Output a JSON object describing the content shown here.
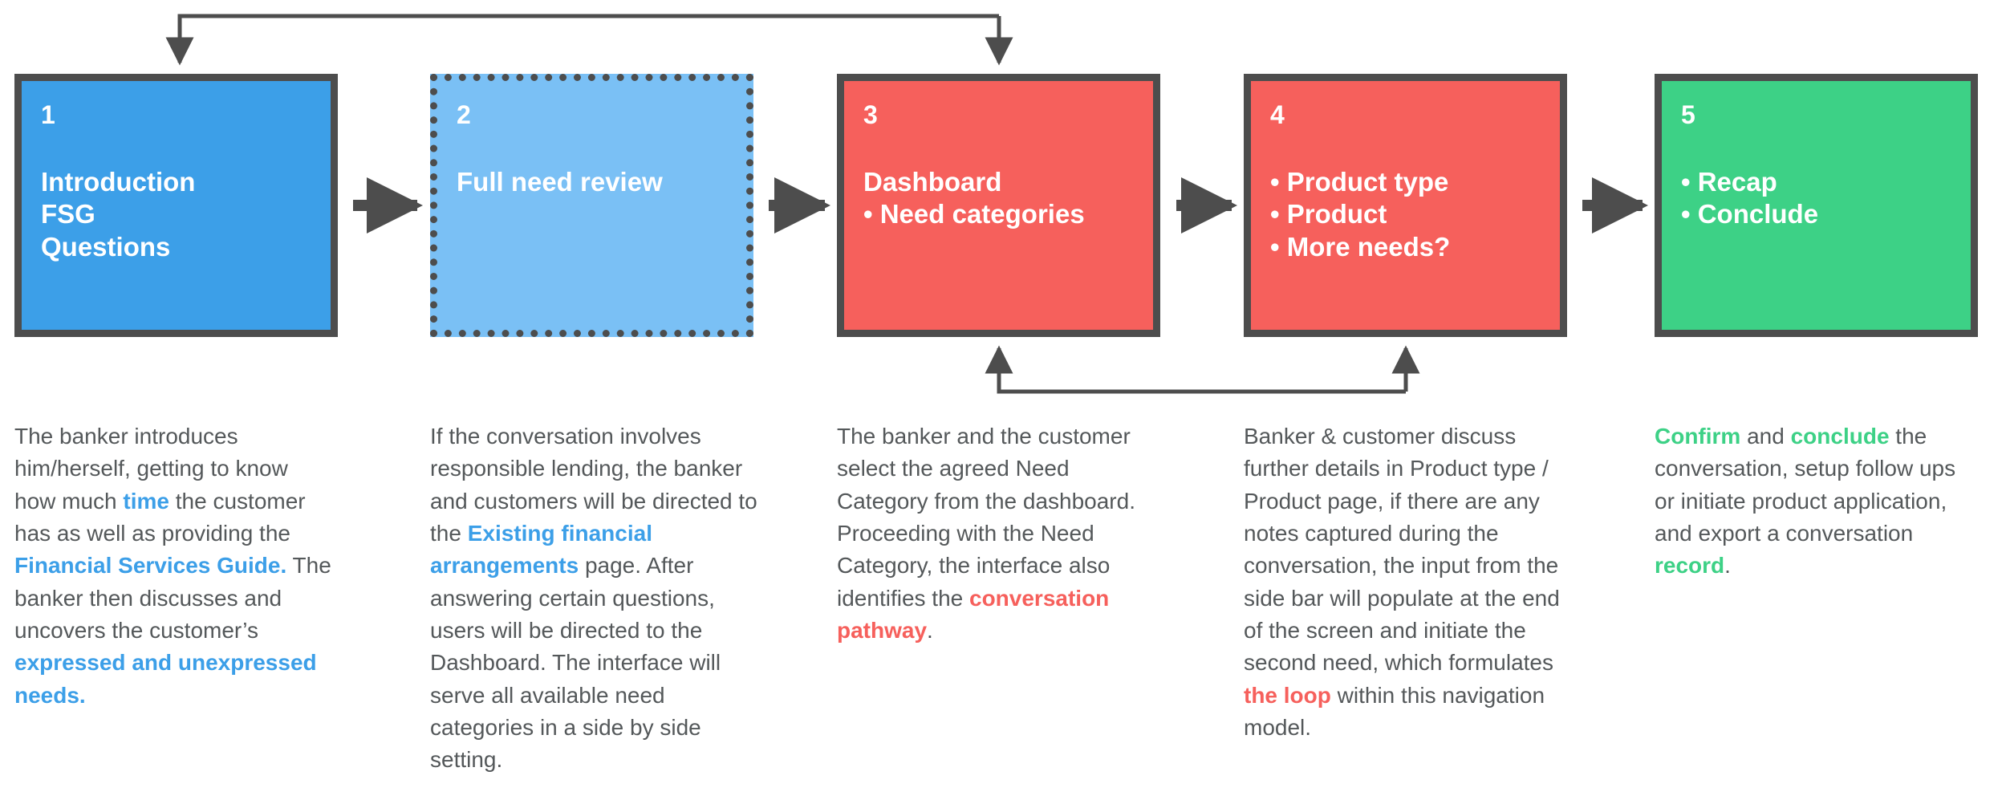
{
  "diagram": {
    "title": "Banker conversation navigation model flowchart",
    "colors": {
      "step1_fill": "#3C9FE8",
      "step2_fill": "#7AC0F5",
      "step3_fill": "#F6605C",
      "step4_fill": "#F6605C",
      "step5_fill": "#3DD186",
      "border": "#4D4D4D",
      "connector": "#4D4D4D",
      "body_text": "#54585A",
      "highlight_blue": "#3C9FE8",
      "highlight_red": "#F6605C",
      "highlight_green": "#3DD186"
    },
    "nodes": [
      {
        "id": "1",
        "number": "1",
        "body": "Introduction\nFSG\nQuestions",
        "border_style": "solid",
        "fill": "#3C9FE8"
      },
      {
        "id": "2",
        "number": "2",
        "body": "Full need review",
        "border_style": "dotted",
        "fill": "#7AC0F5"
      },
      {
        "id": "3",
        "number": "3",
        "body": "Dashboard\n• Need categories",
        "border_style": "solid",
        "fill": "#F6605C"
      },
      {
        "id": "4",
        "number": "4",
        "body": "• Product type\n• Product\n• More needs?",
        "border_style": "solid",
        "fill": "#F6605C"
      },
      {
        "id": "5",
        "number": "5",
        "body": "• Recap\n• Conclude",
        "border_style": "solid",
        "fill": "#3DD186"
      }
    ],
    "connectors": [
      {
        "name": "arrow-1-to-2",
        "from": "1",
        "to": "2",
        "kind": "straight-right"
      },
      {
        "name": "arrow-2-to-3",
        "from": "2",
        "to": "3",
        "kind": "straight-right"
      },
      {
        "name": "arrow-3-to-4",
        "from": "3",
        "to": "4",
        "kind": "straight-right"
      },
      {
        "name": "arrow-4-to-5",
        "from": "4",
        "to": "5",
        "kind": "straight-right"
      },
      {
        "name": "loop-top-3-to-1",
        "from": "3",
        "to": "1",
        "kind": "over-the-top",
        "arrowheads": "both"
      },
      {
        "name": "loop-bottom-4-to-3",
        "from": "4",
        "to": "3",
        "kind": "under-the-bottom",
        "arrowheads": "both"
      }
    ],
    "captions": [
      {
        "id": "1",
        "segments": [
          {
            "text": "The banker introduces him/herself, getting to know how much ",
            "style": "normal"
          },
          {
            "text": "time",
            "style": "blue"
          },
          {
            "text": " the customer has as well as providing the ",
            "style": "normal"
          },
          {
            "text": "Financial Services Guide.",
            "style": "blue"
          },
          {
            "text": " The banker then discusses and uncovers the customer’s ",
            "style": "normal"
          },
          {
            "text": "expressed and unexpressed needs.",
            "style": "blue"
          }
        ]
      },
      {
        "id": "2",
        "segments": [
          {
            "text": "If the conversation involves responsible lending, the banker and customers will be directed to the ",
            "style": "normal"
          },
          {
            "text": "Existing financial arrangements",
            "style": "blue"
          },
          {
            "text": " page. After answering certain questions, users will be directed to the Dashboard. The interface will serve all available need categories in a side by side setting.",
            "style": "normal"
          }
        ]
      },
      {
        "id": "3",
        "segments": [
          {
            "text": "The banker and the customer select the agreed Need Category from the dashboard. Proceeding with the Need Category, the interface also identifies the ",
            "style": "normal"
          },
          {
            "text": "conversation pathway",
            "style": "red"
          },
          {
            "text": ".",
            "style": "normal"
          }
        ]
      },
      {
        "id": "4",
        "segments": [
          {
            "text": "Banker & customer discuss further details in Product type / Product page, if there are any notes captured during the conversation, the input from the side bar will populate at the end of the screen and initiate the second need, which formulates ",
            "style": "normal"
          },
          {
            "text": "the loop",
            "style": "red"
          },
          {
            "text": " within this navigation model.",
            "style": "normal"
          }
        ]
      },
      {
        "id": "5",
        "segments": [
          {
            "text": "Confirm",
            "style": "green"
          },
          {
            "text": " and ",
            "style": "normal"
          },
          {
            "text": "conclude",
            "style": "green"
          },
          {
            "text": " the conversation, setup follow ups or initiate product application, and export a conversation ",
            "style": "normal"
          },
          {
            "text": "record",
            "style": "green"
          },
          {
            "text": ".",
            "style": "normal"
          }
        ]
      }
    ]
  }
}
